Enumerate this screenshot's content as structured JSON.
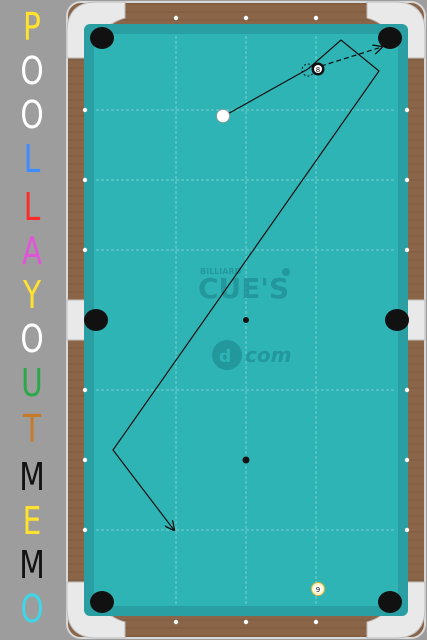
{
  "title_letters": [
    {
      "char": "P",
      "color": "#ffe12e"
    },
    {
      "char": "O",
      "color": "#ffffff"
    },
    {
      "char": "O",
      "color": "#ffffff"
    },
    {
      "char": "L",
      "color": "#3f8cff"
    },
    {
      "char": "L",
      "color": "#ff2a2a"
    },
    {
      "char": "A",
      "color": "#e055d8"
    },
    {
      "char": "Y",
      "color": "#ffe12e"
    },
    {
      "char": "O",
      "color": "#ffffff"
    },
    {
      "char": "U",
      "color": "#2aa84a"
    },
    {
      "char": "T",
      "color": "#c77a2a"
    },
    {
      "char": "M",
      "color": "#111111"
    },
    {
      "char": "E",
      "color": "#ffe12e"
    },
    {
      "char": "M",
      "color": "#111111"
    },
    {
      "char": "O",
      "color": "#3fd6e8"
    }
  ],
  "watermark": {
    "small": "BILLIARD",
    "main": "CUE'S",
    "sub": "com"
  },
  "balls": {
    "eight": "8",
    "nine": "9"
  },
  "colors": {
    "cloth": "#2fb4b5",
    "cushion": "#2a9fa3",
    "rail": "#8a6548",
    "background": "#9d9d9d"
  }
}
